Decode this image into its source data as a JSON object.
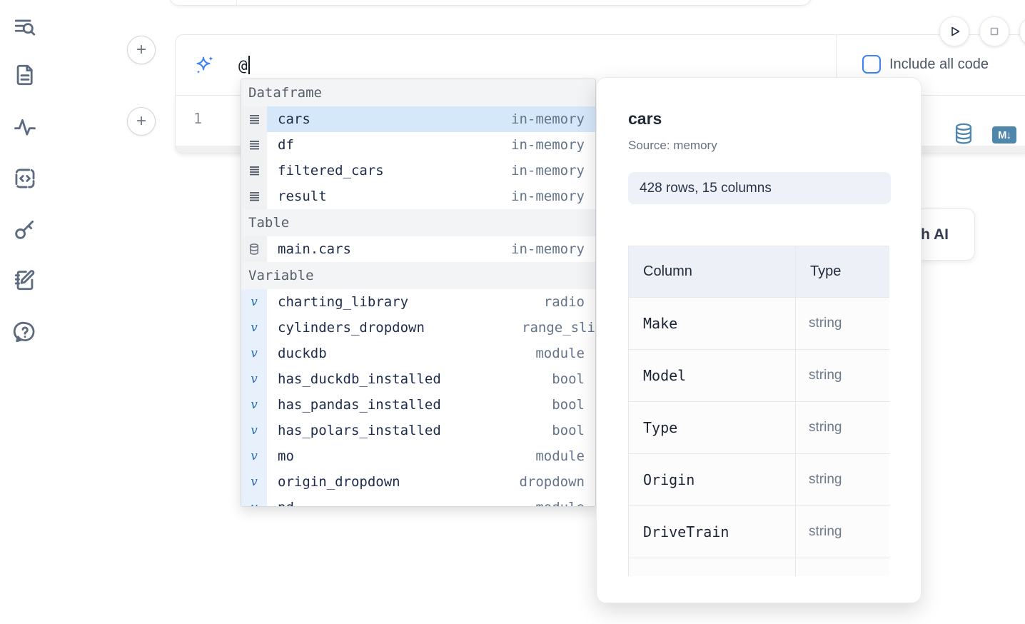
{
  "sidebar": {
    "icons": [
      "list-search",
      "document",
      "activity",
      "code-snippet",
      "key",
      "notebook-edit",
      "help-chat"
    ]
  },
  "top_controls": {
    "run_icon": "play",
    "stop_icon": "stop",
    "add_cell_label": "+"
  },
  "prompt": {
    "value": "@",
    "ai_icon": "sparkles",
    "include_all_code_label": "Include all code"
  },
  "editor": {
    "line_number": "1",
    "database_icon": "database",
    "markdown_badge": "M↓"
  },
  "autocomplete": {
    "sections": [
      {
        "label": "Dataframe",
        "items": [
          {
            "name": "cars",
            "type": "in-memory",
            "selected": true
          },
          {
            "name": "df",
            "type": "in-memory"
          },
          {
            "name": "filtered_cars",
            "type": "in-memory"
          },
          {
            "name": "result",
            "type": "in-memory"
          }
        ]
      },
      {
        "label": "Table",
        "items": [
          {
            "name": "main.cars",
            "type": "in-memory"
          }
        ]
      },
      {
        "label": "Variable",
        "items": [
          {
            "name": "charting_library",
            "type": "radio"
          },
          {
            "name": "cylinders_dropdown",
            "type": "range_sli"
          },
          {
            "name": "duckdb",
            "type": "module"
          },
          {
            "name": "has_duckdb_installed",
            "type": "bool"
          },
          {
            "name": "has_pandas_installed",
            "type": "bool"
          },
          {
            "name": "has_polars_installed",
            "type": "bool"
          },
          {
            "name": "mo",
            "type": "module"
          },
          {
            "name": "origin_dropdown",
            "type": "dropdown"
          }
        ]
      }
    ],
    "clipped_item": {
      "name": "pd",
      "type": "module"
    }
  },
  "preview": {
    "title": "cars",
    "source": "Source: memory",
    "shape_badge": "428 rows, 15 columns",
    "table": {
      "headers": [
        "Column",
        "Type"
      ],
      "rows": [
        [
          "Make",
          "string"
        ],
        [
          "Model",
          "string"
        ],
        [
          "Type",
          "string"
        ],
        [
          "Origin",
          "string"
        ],
        [
          "DriveTrain",
          "string"
        ]
      ]
    }
  },
  "partial_button": {
    "visible_label": "h AI"
  },
  "colors": {
    "accent_blue": "#3d82f6",
    "steel_blue": "#4f86ac",
    "selection_blue": "#d5e8fa",
    "icon_slate": "#5d6b80"
  }
}
